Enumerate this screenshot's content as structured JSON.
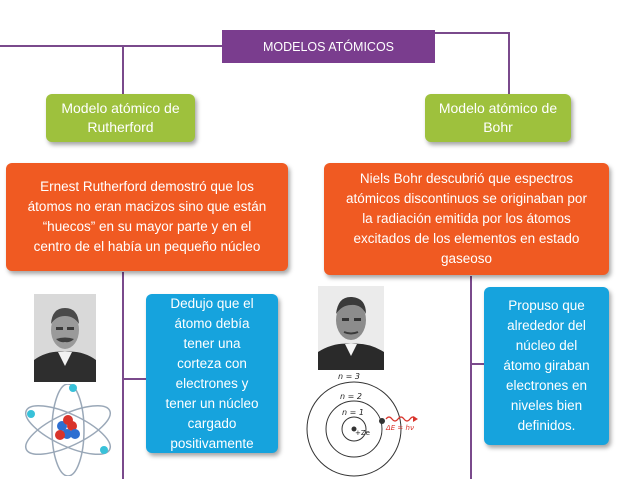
{
  "title": "MODELOS ATÓMICOS",
  "rutherford": {
    "heading": "Modelo atómico de\nRutherford",
    "description": "Ernest Rutherford demostró que los\nátomos no eran macizos sino que están\n“huecos” en su mayor parte y en el\ncentro de el había un pequeño núcleo",
    "conclusion": "Dedujo que el\nátomo debía\ntener una\ncorteza con\nelectrones y\ntener un núcleo\ncargado\npositivamente"
  },
  "bohr": {
    "heading": "Modelo atómico de\nBohr",
    "description": "Niels Bohr descubrió que espectros\natómicos discontinuos se originaban por\nla radiación emitida por los átomos\nexcitados de los elementos en estado\ngaseoso",
    "conclusion": "Propuso que\nalrededor del\nnúcleo del\nátomo giraban\nelectrones en\nniveles bien\ndefinidos.",
    "diagram_labels": {
      "n3": "n = 3",
      "n2": "n = 2",
      "n1": "n = 1",
      "nucleus": "+Ze",
      "photon": "ΔE = hν"
    }
  },
  "colors": {
    "title": "#7a3d8e",
    "heading": "#9ec13d",
    "description": "#f05a22",
    "conclusion": "#16a3dd",
    "connector": "#7a4a8c"
  }
}
